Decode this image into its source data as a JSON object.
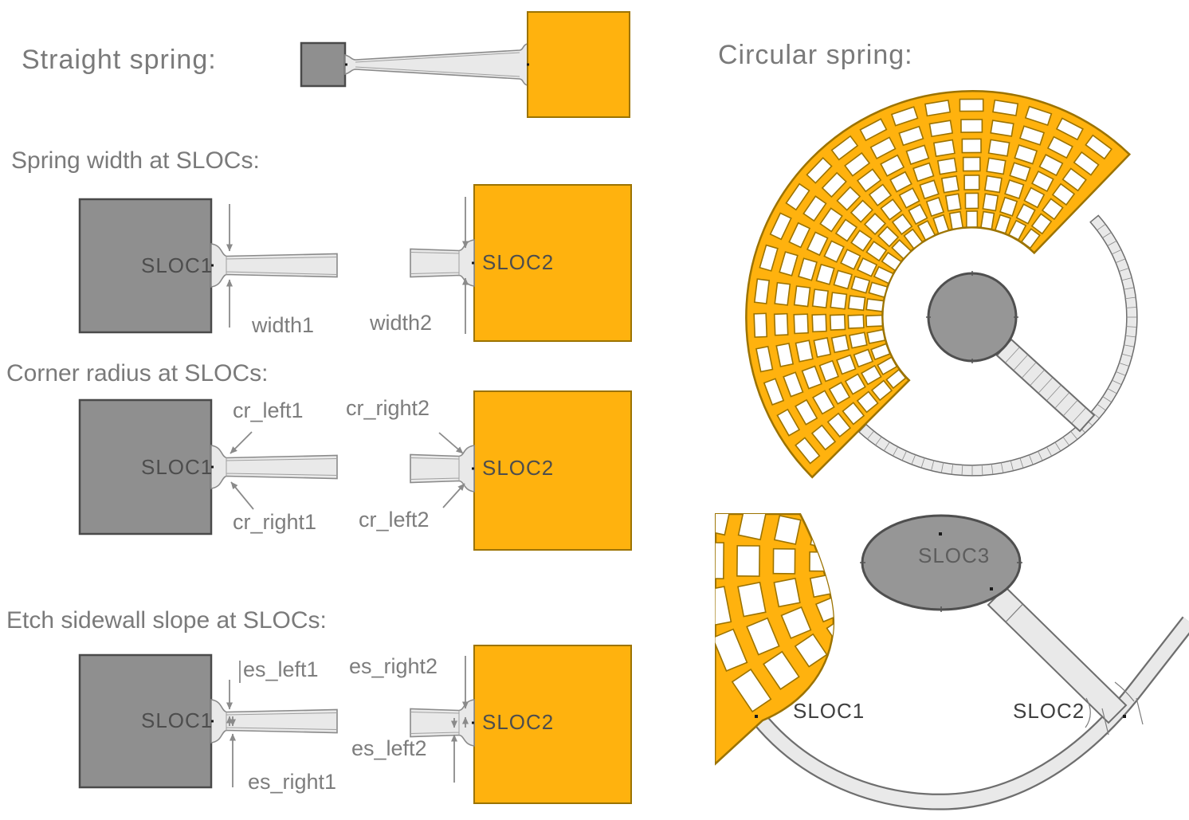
{
  "titles": {
    "straight_spring": "Straight spring:",
    "circular_spring": "Circular spring:"
  },
  "straight": {
    "sections": [
      {
        "heading": "Spring width at SLOCs:",
        "sloc_left": "SLOC1",
        "sloc_right": "SLOC2",
        "annotations": [
          "width1",
          "width2"
        ]
      },
      {
        "heading": "Corner radius at SLOCs:",
        "sloc_left": "SLOC1",
        "sloc_right": "SLOC2",
        "annotations": [
          "cr_left1",
          "cr_right2",
          "cr_right1",
          "cr_left2"
        ]
      },
      {
        "heading": "Etch sidewall slope at SLOCs:",
        "sloc_left": "SLOC1",
        "sloc_right": "SLOC2",
        "annotations": [
          "es_left1",
          "es_right2",
          "es_right1",
          "es_left2"
        ]
      }
    ]
  },
  "circular": {
    "labels": {
      "sloc1": "SLOC1",
      "sloc2": "SLOC2",
      "sloc3": "SLOC3"
    }
  },
  "colors": {
    "background": "#ffffff",
    "heading_text": "#7a7a7a",
    "annotation_text": "#7d7d7d",
    "sloc_text": "#4d4d4d",
    "sloc3_text": "#5d5d5d",
    "detail_sloc_text": "#3f3f3f",
    "anchor_gray_fill": "#8f8f8f",
    "anchor_gray_stroke": "#4a4a4a",
    "shuttle_orange_fill": "#ffb20e",
    "shuttle_orange_stroke": "#9c7300",
    "spring_fill": "#e9e9e9",
    "spring_stroke": "#8a8a8a",
    "hairline": "#a0a0a0",
    "arrow": "#8a8a8a",
    "band_fill": "#e9e9e9",
    "band_stroke": "#6e6e6e",
    "hub_fill": "#969696",
    "hub_stroke": "#4f4f4f",
    "marker_dot": "#1a1a1a"
  }
}
